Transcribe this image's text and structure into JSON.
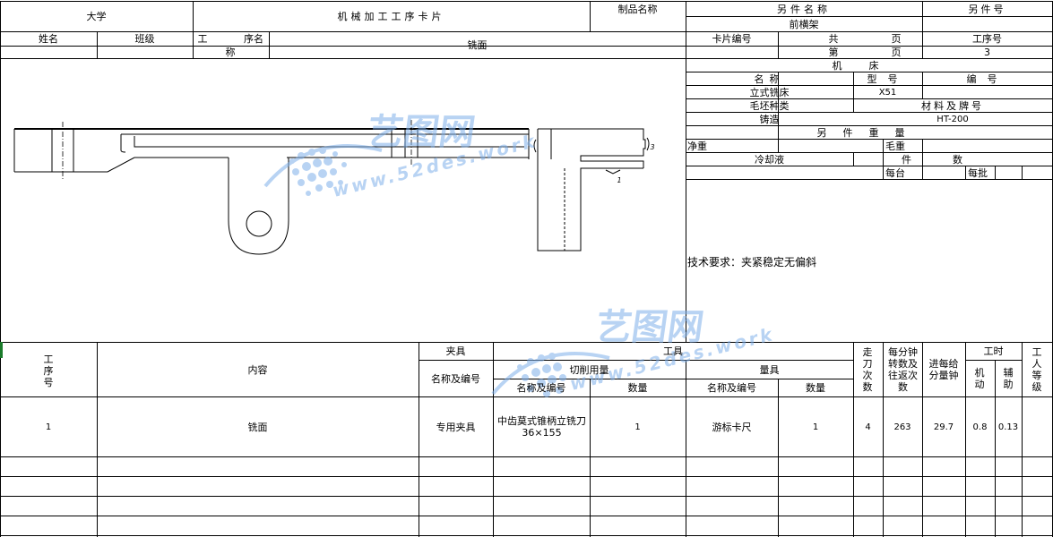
{
  "header": {
    "school": "大学",
    "card_title": "机械加工工序卡片",
    "product_name_label": "制品名称",
    "part_name_label": "另件名称",
    "part_name_value": "前横架",
    "part_no_label": "另件号"
  },
  "row2": {
    "name_label": "姓名",
    "class_label": "班级",
    "process_name_label_a": "工",
    "process_name_label_b": "序名",
    "process_name_label_c": "称",
    "process_name_value": "铣面",
    "card_no_label": "卡片编号",
    "total_label": "共",
    "page_label": "页",
    "current_label": "第",
    "current_page_label": "页",
    "step_no_label": "工序号",
    "step_no_value": "3"
  },
  "machine": {
    "section_label": "机床",
    "name_label": "名称",
    "model_label": "型号",
    "number_label": "编号",
    "name_value": "立式铣床",
    "model_value": "X51",
    "blank_type_label": "毛坯种类",
    "material_label": "材料及牌号",
    "blank_type_value": "铸造",
    "material_value": "HT-200",
    "weight_label": "另件重量",
    "net_weight_label": "净重",
    "gross_weight_label": "毛重",
    "coolant_label": "冷却液",
    "pieces_label": "件数",
    "per_unit_label": "每台",
    "per_batch_label": "每批",
    "tech_req": "技术要求：夹紧稳定无偏斜"
  },
  "drawing": {
    "dim_1": "1",
    "dim_3": "3"
  },
  "table": {
    "h_step_no": "工序号",
    "h_content": "内容",
    "h_fixture": "夹具",
    "h_fixture_name": "名称及编号",
    "h_tool": "工具",
    "h_cutting": "切削用量",
    "h_gauge": "量具",
    "h_cut_name": "名称及编号",
    "h_cut_qty": "数量",
    "h_gauge_name": "名称及编号",
    "h_gauge_qty": "数量",
    "h_passes": "走刀次数",
    "h_rpm": "每分钟转数及往返次数",
    "h_feed": "进每给分量钟",
    "h_time": "工时",
    "h_machine_time": "机动",
    "h_aux_time": "辅助",
    "h_grade": "工人等级",
    "rows": [
      {
        "step": "1",
        "content": "铣面",
        "fixture": "专用夹具",
        "cutter": "中齿莫式锥柄立铣刀36×155",
        "cutter_qty": "1",
        "gauge": "游标卡尺",
        "gauge_qty": "1",
        "passes": "4",
        "rpm": "263",
        "feed": "29.7",
        "machine_time": "0.8",
        "aux_time": "0.13"
      }
    ]
  },
  "watermark": {
    "brand": "艺图网",
    "url": "www.52des.work"
  }
}
